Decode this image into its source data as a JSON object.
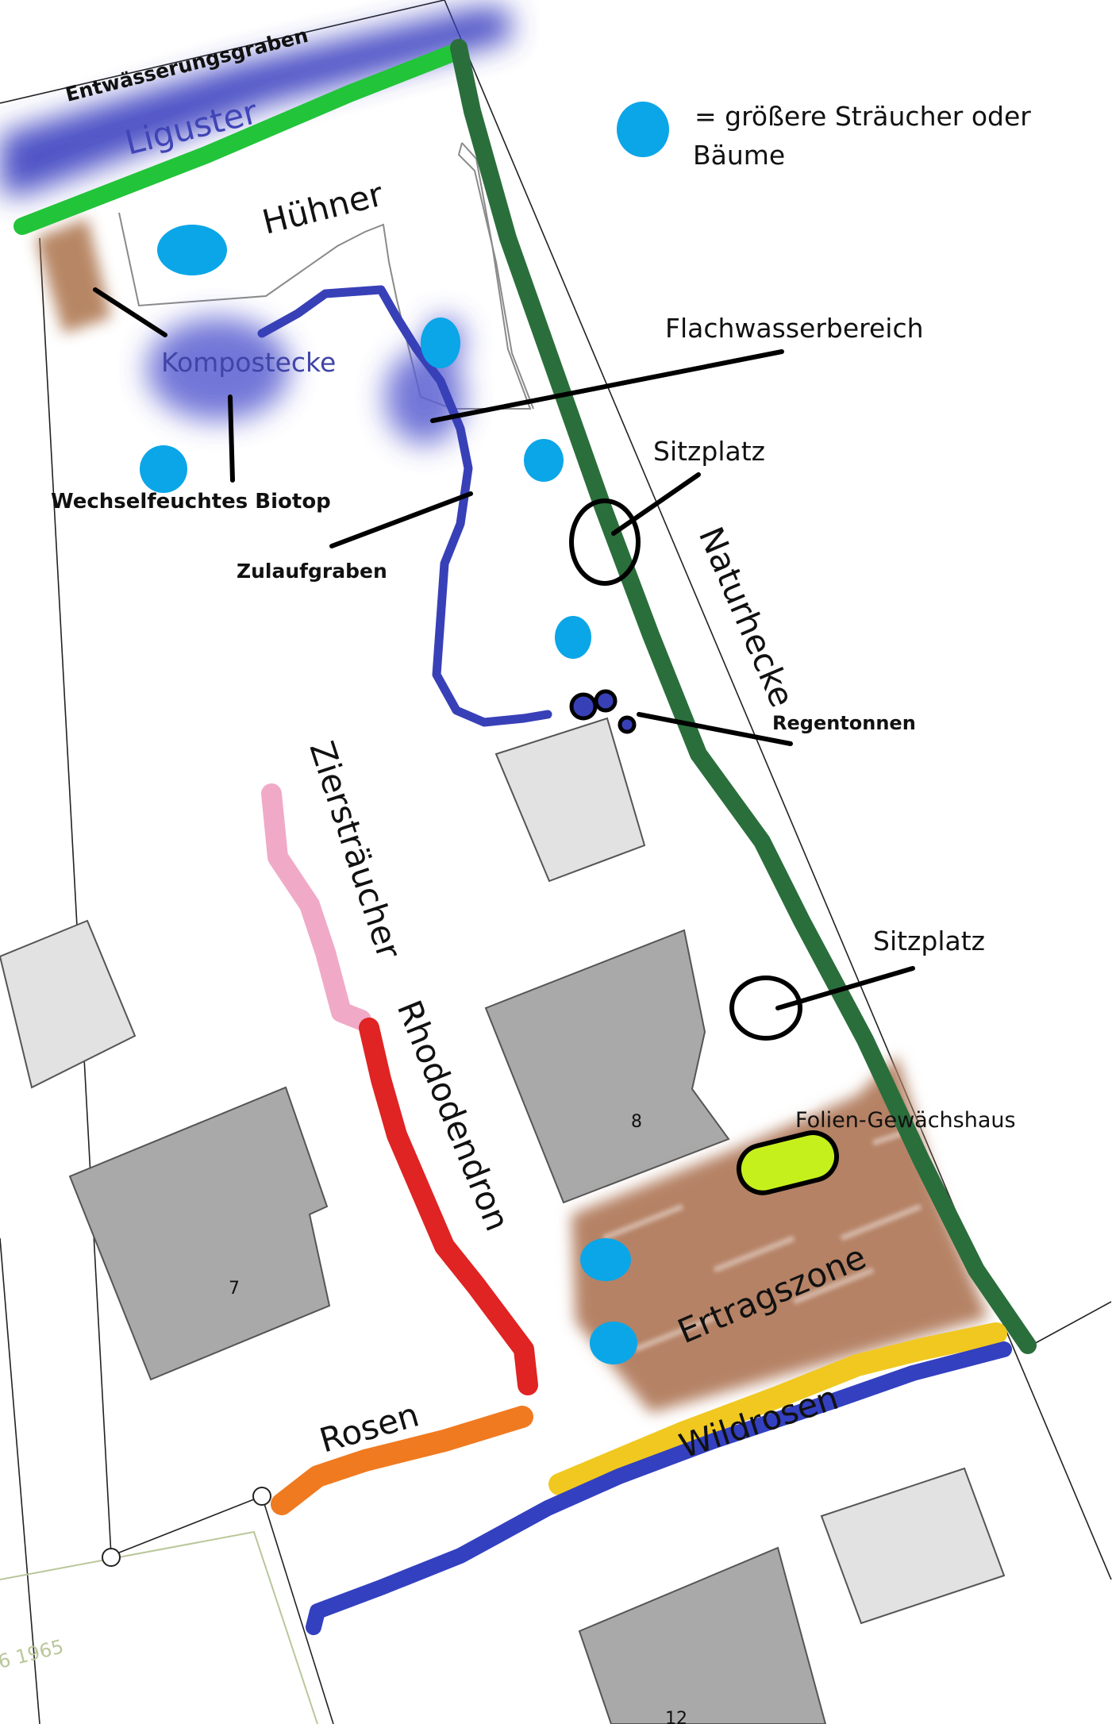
{
  "legend": {
    "text_line1": "= größere Sträucher oder",
    "text_line2": "Bäume",
    "symbol_color": "#0aa6e8",
    "symbol_icon": "blue-dot"
  },
  "labels": {
    "drainage_ditch": "Entwässerungsgraben",
    "privet": "Liguster",
    "chickens": "Hühner",
    "compost": "Kompostecke",
    "biotope": "Wechselfeuchtes Biotop",
    "shallow_water": "Flachwasserbereich",
    "seating_top": "Sitzplatz",
    "inlet_ditch": "Zulaufgraben",
    "natural_hedge": "Naturhecke",
    "rain_barrels": "Regentonnen",
    "ornamental_shrubs": "Ziersträucher",
    "rhododendron": "Rhododendron",
    "seating_bottom": "Sitzplatz",
    "polytunnel": "Folien-Gewächshaus",
    "house_8": "8",
    "house_7": "7",
    "yield_zone": "Ertragszone",
    "wild_roses": "Wildrosen",
    "roses": "Rosen",
    "parcel_number": "6 1965",
    "house_bottom": "12"
  },
  "colors": {
    "privet_hedge": "#3a3fc0",
    "privet_line": "#22c43a",
    "natural_hedge": "#2a6e3c",
    "inlet_ditch": "#3840b8",
    "wet_biotope": "#5a5ed0",
    "compost": "#b07a55",
    "yield_zone": "#b58265",
    "polytunnel": "#c6f01c",
    "ornamental_shrubs": "#f0aac8",
    "rhododendron": "#e02323",
    "roses": "#f07a20",
    "wild_roses": "#f0c820",
    "boundary_blue": "#3340c0",
    "building_dark": "#a8a8a8",
    "building_light": "#dedede",
    "trees": "#0aa6e8"
  }
}
